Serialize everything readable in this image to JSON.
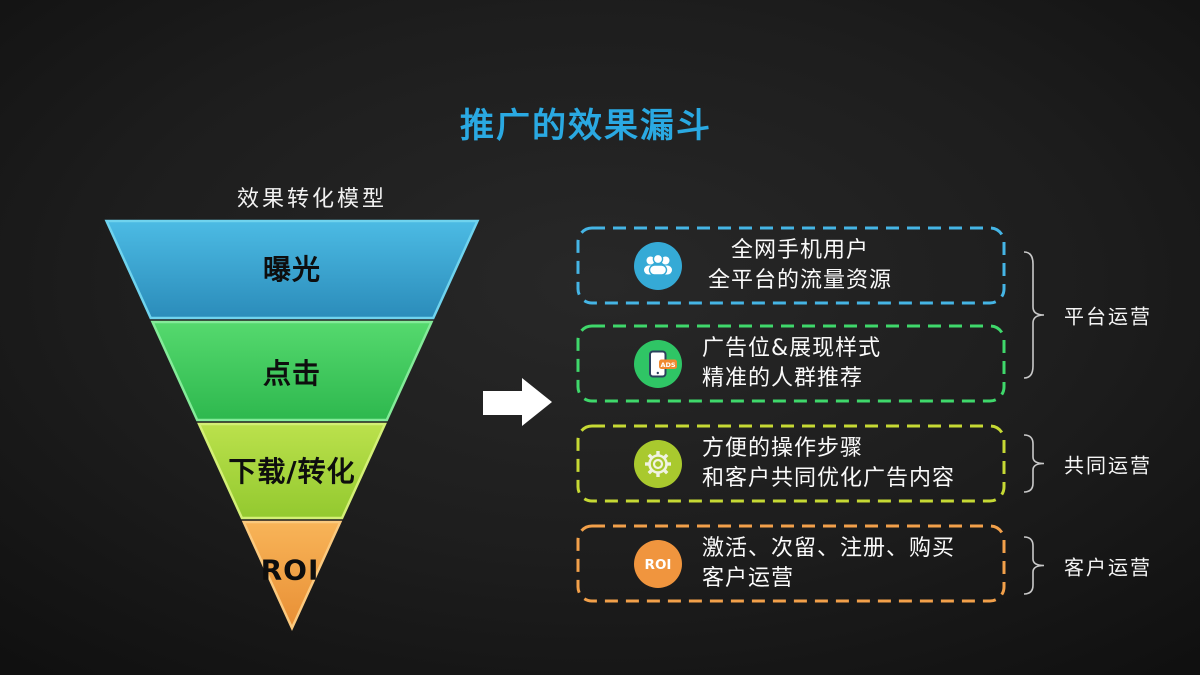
{
  "title": "推广的效果漏斗",
  "title_color": "#2aa9e2",
  "funnel": {
    "caption": "效果转化模型",
    "layers": [
      {
        "label": "曝光",
        "color": "#2f9ccb"
      },
      {
        "label": "点击",
        "color": "#3ec963"
      },
      {
        "label": "下载/转化",
        "color": "#a6d43d"
      },
      {
        "label": "ROI",
        "color": "#f0a144"
      }
    ]
  },
  "arrow": {
    "icon": "right-arrow-icon",
    "color": "#ffffff"
  },
  "boxes": [
    {
      "icon": "people-icon",
      "accent": "#45b5e5",
      "lines": [
        "全网手机用户",
        "全平台的流量资源"
      ]
    },
    {
      "icon": "phone-ads-icon",
      "badge": "ADS",
      "accent": "#3fd86b",
      "lines": [
        "广告位&展现样式",
        "精准的人群推荐"
      ]
    },
    {
      "icon": "gear-icon",
      "accent": "#c6d934",
      "lines": [
        "方便的操作步骤",
        "和客户共同优化广告内容"
      ]
    },
    {
      "icon": "roi-icon",
      "icon_text": "ROI",
      "accent": "#f2a04a",
      "lines": [
        "激活、次留、注册、购买",
        "客户运营"
      ]
    }
  ],
  "groups": [
    {
      "label": "平台运营"
    },
    {
      "label": "共同运营"
    },
    {
      "label": "客户运营"
    }
  ]
}
